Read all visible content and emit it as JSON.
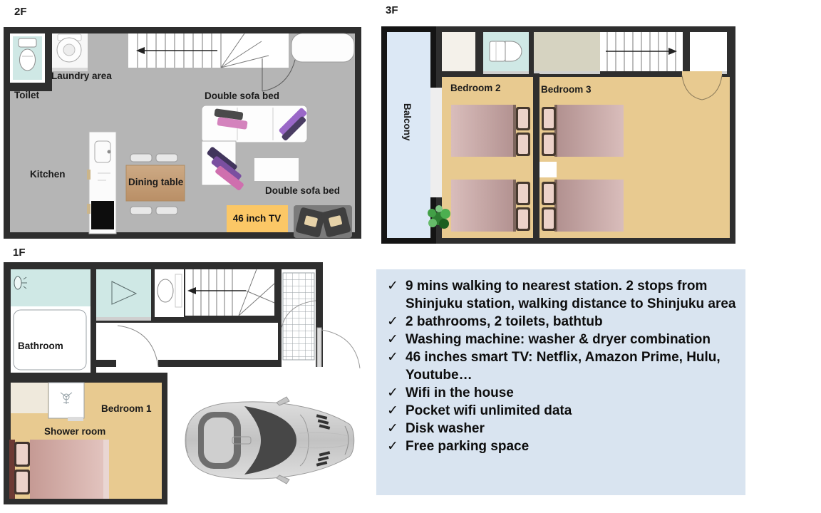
{
  "floors": {
    "f2": {
      "label": "2F",
      "rooms": {
        "toilet": "Toilet",
        "laundry": "Laundry area",
        "kitchen": "Kitchen",
        "dining_table": "Dining table",
        "sofa_top": "Double sofa bed",
        "sofa_bottom": "Double sofa bed",
        "tv": "46 inch TV"
      }
    },
    "f3": {
      "label": "3F",
      "rooms": {
        "balcony": "Balcony",
        "bedroom2": "Bedroom 2",
        "bedroom3": "Bedroom 3"
      }
    },
    "f1": {
      "label": "1F",
      "rooms": {
        "bathroom": "Bathroom",
        "bedroom1": "Bedroom 1",
        "shower": "Shower room"
      }
    }
  },
  "features": {
    "check": "✓",
    "items": [
      "9 mins walking to nearest station. 2 stops from Shinjuku station, walking distance to Shinjuku area",
      "2 bathrooms,  2 toilets,  bathtub",
      "Washing machine: washer & dryer combination",
      "46 inches smart TV: Netflix,  Amazon Prime, Hulu,  Youtube…",
      "Wifi in the house",
      "Pocket wifi unlimited data",
      "Disk washer",
      "Free parking space"
    ]
  },
  "colors": {
    "wall": "#2e2e2e",
    "floor_gray": "#b5b5b5",
    "floor_tan": "#e8ca90",
    "wet_room_cyan": "#cfe8e5",
    "balcony_blue": "#dce8f5",
    "info_box_blue": "#d9e4f0",
    "tv_label_orange": "#fbc766",
    "bed_pink": "#c9a8a6",
    "table_brown": "#c49d78"
  }
}
